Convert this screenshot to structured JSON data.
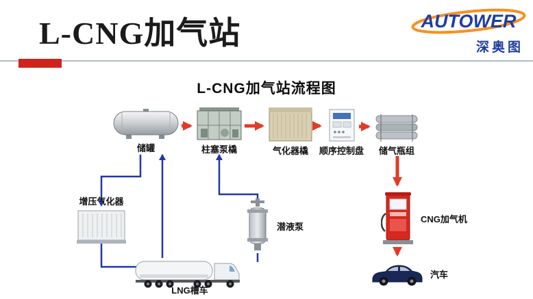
{
  "header": {
    "title": "L-CNG加气站"
  },
  "logo": {
    "brand": "AUTOWER",
    "name": "深奥图"
  },
  "diagram": {
    "title": "L-CNG加气站流程图",
    "nodes": {
      "storage_tank": "储罐",
      "plunger_pump_skid": "柱塞泵橇",
      "vaporizer_skid": "气化器橇",
      "sequence_control_panel": "顺序控制盘",
      "gas_cylinder_group": "储气瓶组",
      "booster_vaporizer": "增压气化器",
      "submersible_pump": "潜液泵",
      "lng_tanker": "LNG槽车",
      "cng_dispenser": "CNG加气机",
      "car": "汽车"
    }
  },
  "colors": {
    "accent_bar": "#cf241b",
    "flow_arrow": "#e13b28",
    "pipe_line": "#2335a8",
    "brand_blue": "#1e3d9e",
    "brand_orange": "#f59120"
  }
}
